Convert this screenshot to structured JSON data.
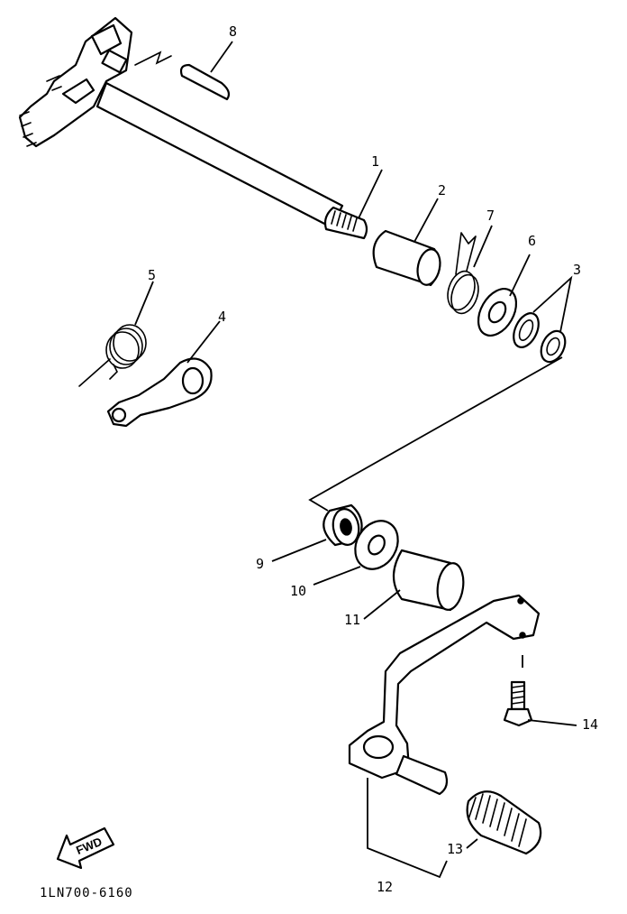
{
  "callouts": [
    "1",
    "2",
    "3",
    "4",
    "5",
    "6",
    "7",
    "8",
    "9",
    "10",
    "11",
    "12",
    "13",
    "14"
  ],
  "direction_label": "FWD",
  "drawing_code": "1LN700-6160"
}
